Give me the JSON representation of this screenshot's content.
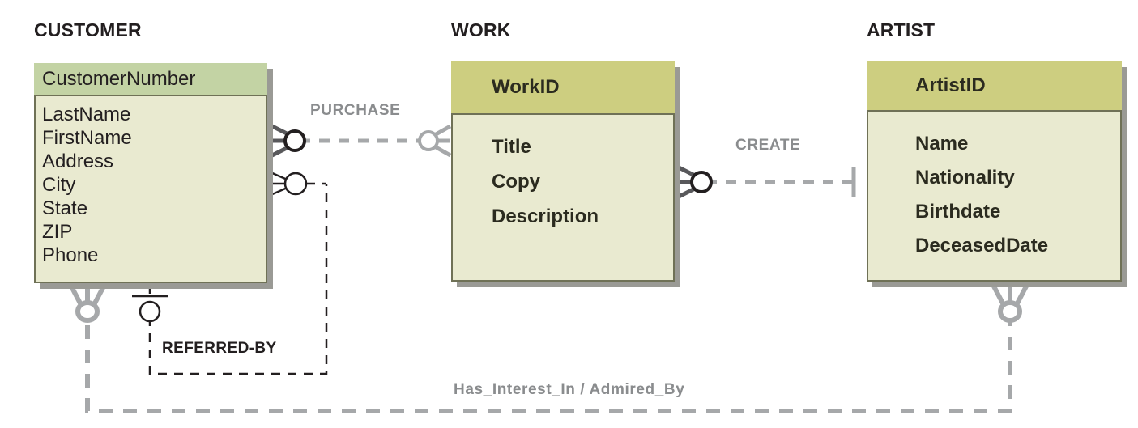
{
  "diagram": {
    "type": "entity-relationship-diagram",
    "notation": "crows-foot",
    "background": "#ffffff",
    "colors": {
      "customer_header": "#c3d3a4",
      "work_header": "#cdce80",
      "artist_header": "#cdce80",
      "entity_body": "#e9ead0",
      "entity_border": "#6f7156",
      "shadow": "#9a9a95",
      "relationship_gray": "#a6a8aa",
      "relationship_black": "#231f20",
      "label_gray": "#8a8c8e",
      "label_black": "#231f20"
    }
  },
  "entities": [
    {
      "id": "customer",
      "title": "CUSTOMER",
      "key_attribute": "CustomerNumber",
      "attributes": [
        "LastName",
        "FirstName",
        "Address",
        "City",
        "State",
        "ZIP",
        "Phone"
      ],
      "header_color": "#c3d3a4"
    },
    {
      "id": "work",
      "title": "WORK",
      "key_attribute": "WorkID",
      "attributes": [
        "Title",
        "Copy",
        "Description"
      ],
      "header_color": "#cdce80"
    },
    {
      "id": "artist",
      "title": "ARTIST",
      "key_attribute": "ArtistID",
      "attributes": [
        "Name",
        "Nationality",
        "Birthdate",
        "DeceasedDate"
      ],
      "header_color": "#cdce80"
    }
  ],
  "relationships": [
    {
      "id": "purchase",
      "label": "PURCHASE",
      "from": "CUSTOMER",
      "to": "WORK",
      "line_style": "dashed",
      "color": "#a6a8aa",
      "from_cardinality": "zero-or-many",
      "to_cardinality": "zero-or-many"
    },
    {
      "id": "create",
      "label": "CREATE",
      "from": "WORK",
      "to": "ARTIST",
      "line_style": "dashed",
      "color": "#a6a8aa",
      "from_cardinality": "zero-or-many",
      "to_cardinality": "exactly-one"
    },
    {
      "id": "referred-by",
      "label": "REFERRED-BY",
      "from": "CUSTOMER",
      "to": "CUSTOMER",
      "line_style": "dashed",
      "color": "#231f20",
      "from_cardinality": "zero-or-one",
      "to_cardinality": "zero-or-many"
    },
    {
      "id": "has-interest-in",
      "label": "Has_Interest_In / Admired_By",
      "from": "CUSTOMER",
      "to": "ARTIST",
      "line_style": "dashed",
      "color": "#a6a8aa",
      "from_cardinality": "zero-or-many",
      "to_cardinality": "zero-or-many"
    }
  ]
}
